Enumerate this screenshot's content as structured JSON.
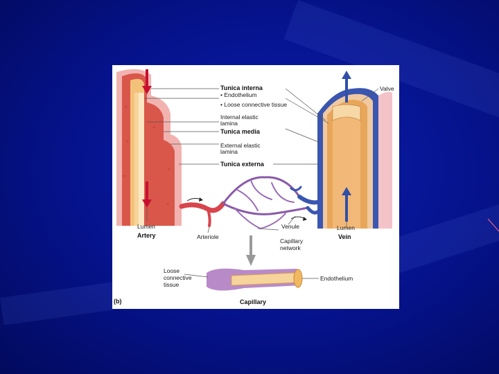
{
  "figure": {
    "panel_letter": "(b)",
    "labels": {
      "tunica_interna": "Tunica interna",
      "endothelium_bullet": "• Endothelium",
      "loose_ct_bullet": "• Loose connective tissue",
      "internal_elastic": "Internal elastic",
      "lamina_1": "lamina",
      "tunica_media": "Tunica media",
      "external_elastic": "External elastic",
      "lamina_2": "lamina",
      "tunica_externa": "Tunica externa",
      "valve": "Valve",
      "lumen_artery": "Lumen",
      "artery": "Artery",
      "arteriole": "Arteriole",
      "venule": "Venule",
      "capillary_network_1": "Capillary",
      "capillary_network_2": "network",
      "lumen_vein": "Lumen",
      "vein": "Vein",
      "loose_1": "Loose",
      "loose_2": "connective",
      "loose_3": "tissue",
      "endothelium": "Endothelium",
      "capillary": "Capillary"
    }
  },
  "colors": {
    "background": "#05128a",
    "artery_red": "#c8102e",
    "vein_blue": "#2f4fa8",
    "tissue_orange": "#e8a65a",
    "capillary_purple": "#8a5aa8"
  }
}
